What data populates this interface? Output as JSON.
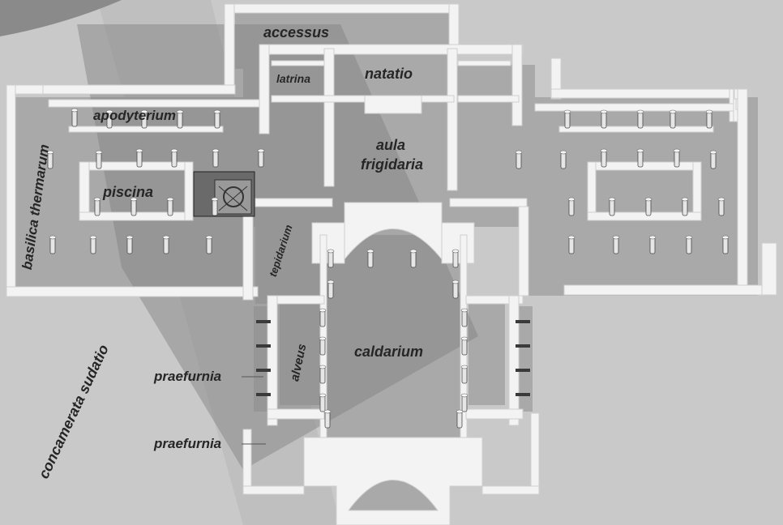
{
  "colors": {
    "background": "#c9c9c9",
    "floor": "#a7a7a7",
    "shadow": "#8d8d8d",
    "wall": "#f3f3f3",
    "wall_edge": "#cfcfcf",
    "column": "#e6e6e6",
    "column_dark": "#4a4a4a",
    "label": "#262626"
  },
  "labels": {
    "accessus": "accessus",
    "latrina": "latrina",
    "natatio": "natatio",
    "apodyterium": "apodyterium",
    "aula_line1": "aula",
    "aula_line2": "frigidaria",
    "piscina": "piscina",
    "basilica_thermarum": "basilica thermarum",
    "tepidarium": "tepidarium",
    "alveus": "alveus",
    "caldarium": "caldarium",
    "praefurnia_upper": "praefurnia",
    "praefurnia_lower": "praefurnia",
    "concamerata_sudatio": "concamerata sudatio"
  }
}
